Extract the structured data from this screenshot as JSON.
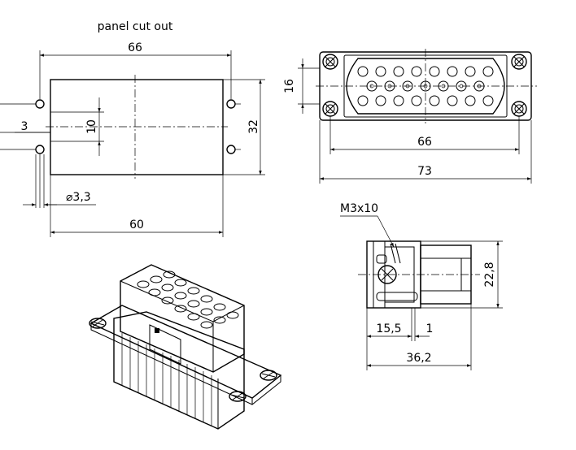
{
  "panel_cutout": {
    "title": "panel cut out",
    "dim_width_outer": "66",
    "dim_height": "32",
    "dim_hole_spacing": "10",
    "dim_hole_offset": "3",
    "dim_hole_diameter": "⌀3,3",
    "dim_width_inner": "60"
  },
  "front_view": {
    "dim_height": "16",
    "dim_width_holes": "66",
    "dim_width_total": "73"
  },
  "side_view": {
    "screw_label": "M3x10",
    "dim_height": "22,8",
    "dim_15_5": "15,5",
    "dim_1": "1",
    "dim_36_2": "36,2"
  }
}
